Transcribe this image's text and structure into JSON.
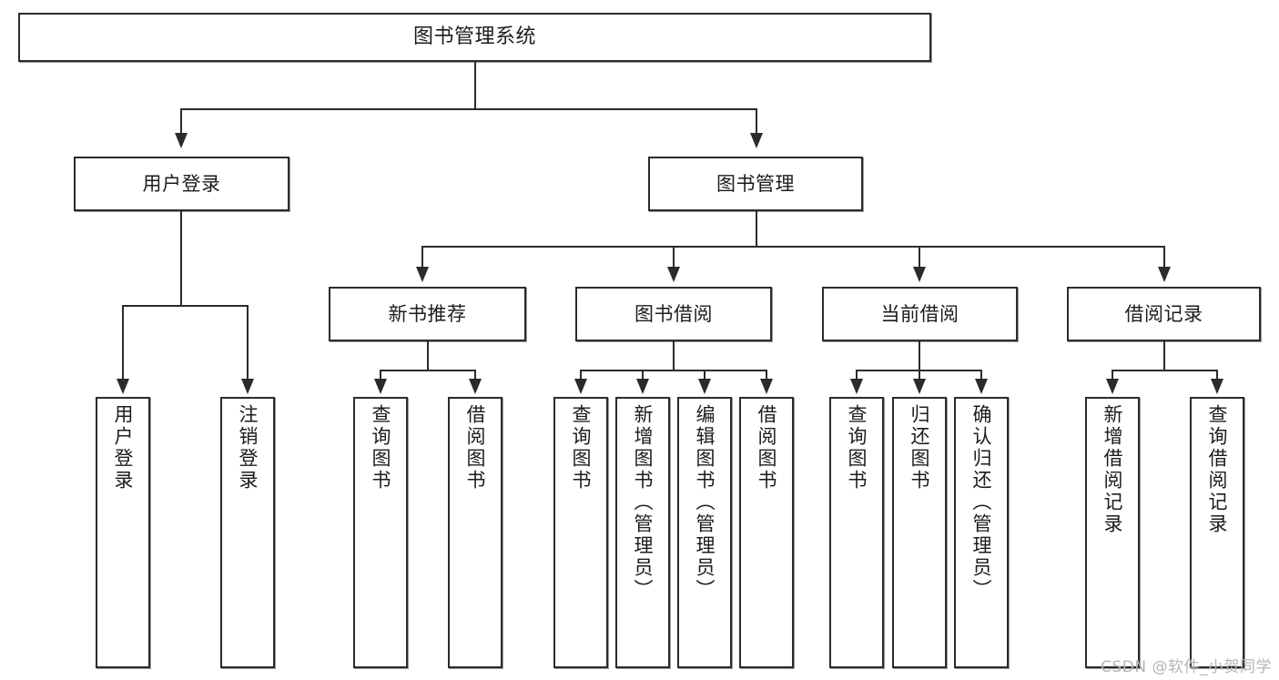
{
  "diagram": {
    "title": "图书管理系统",
    "type": "tree-hierarchy-diagram",
    "colors": {
      "box_border": "#2b2b2b",
      "box_fill": "#ffffff",
      "connector": "#2b2b2b",
      "text": "#1c1c1c",
      "watermark": "#b4b4b4",
      "background": "#ffffff"
    },
    "root": {
      "label": "图书管理系统"
    },
    "level2": [
      {
        "label": "用户登录"
      },
      {
        "label": "图书管理"
      }
    ],
    "level3": [
      {
        "label": "新书推荐"
      },
      {
        "label": "图书借阅"
      },
      {
        "label": "当前借阅"
      },
      {
        "label": "借阅记录"
      }
    ],
    "leaves": {
      "user_login": [
        {
          "label": "用户登录"
        },
        {
          "label": "注销登录"
        }
      ],
      "new_book_recommend": [
        {
          "label": "查询图书"
        },
        {
          "label": "借阅图书"
        }
      ],
      "book_borrow": [
        {
          "label": "查询图书"
        },
        {
          "label": "新增图书（管理员）"
        },
        {
          "label": "编辑图书（管理员）"
        },
        {
          "label": "借阅图书"
        }
      ],
      "current_borrow": [
        {
          "label": "查询图书"
        },
        {
          "label": "归还图书"
        },
        {
          "label": "确认归还（管理员）"
        }
      ],
      "borrow_record": [
        {
          "label": "新增借阅记录"
        },
        {
          "label": "查询借阅记录"
        }
      ]
    }
  },
  "watermark": {
    "text": "CSDN @软件_小贺同学"
  }
}
